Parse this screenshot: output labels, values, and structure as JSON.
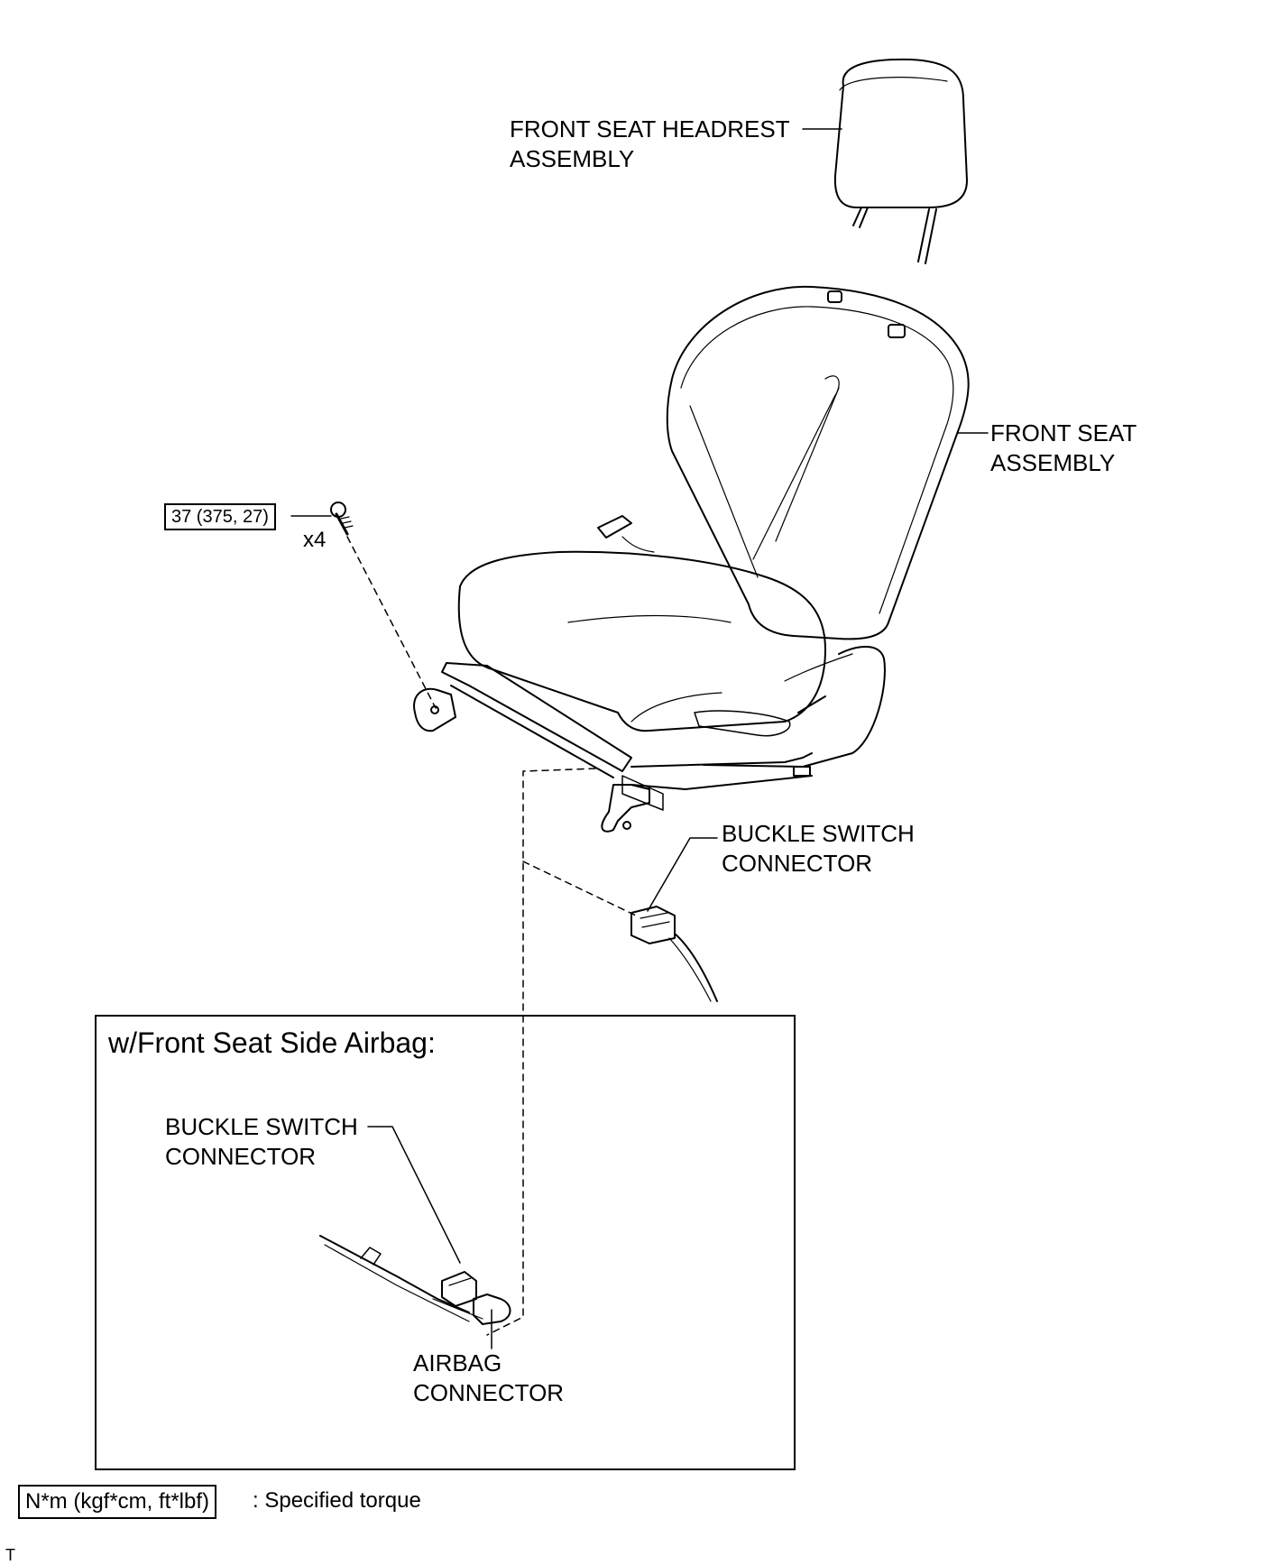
{
  "labels": {
    "headrest_line1": "FRONT SEAT HEADREST",
    "headrest_line2": "ASSEMBLY",
    "seat_line1": "FRONT SEAT",
    "seat_line2": "ASSEMBLY",
    "buckle_line1": "BUCKLE SWITCH",
    "buckle_line2": "CONNECTOR",
    "inset_buckle_line1": "BUCKLE SWITCH",
    "inset_buckle_line2": "CONNECTOR",
    "airbag_line1": "AIRBAG",
    "airbag_line2": "CONNECTOR"
  },
  "torque": {
    "value": "37 (375, 27)",
    "quantity": "x4"
  },
  "inset": {
    "title": "w/Front Seat Side Airbag:"
  },
  "legend": {
    "unit": "N*m (kgf*cm, ft*lbf)",
    "text": ": Specified torque"
  },
  "corner_mark": "T"
}
